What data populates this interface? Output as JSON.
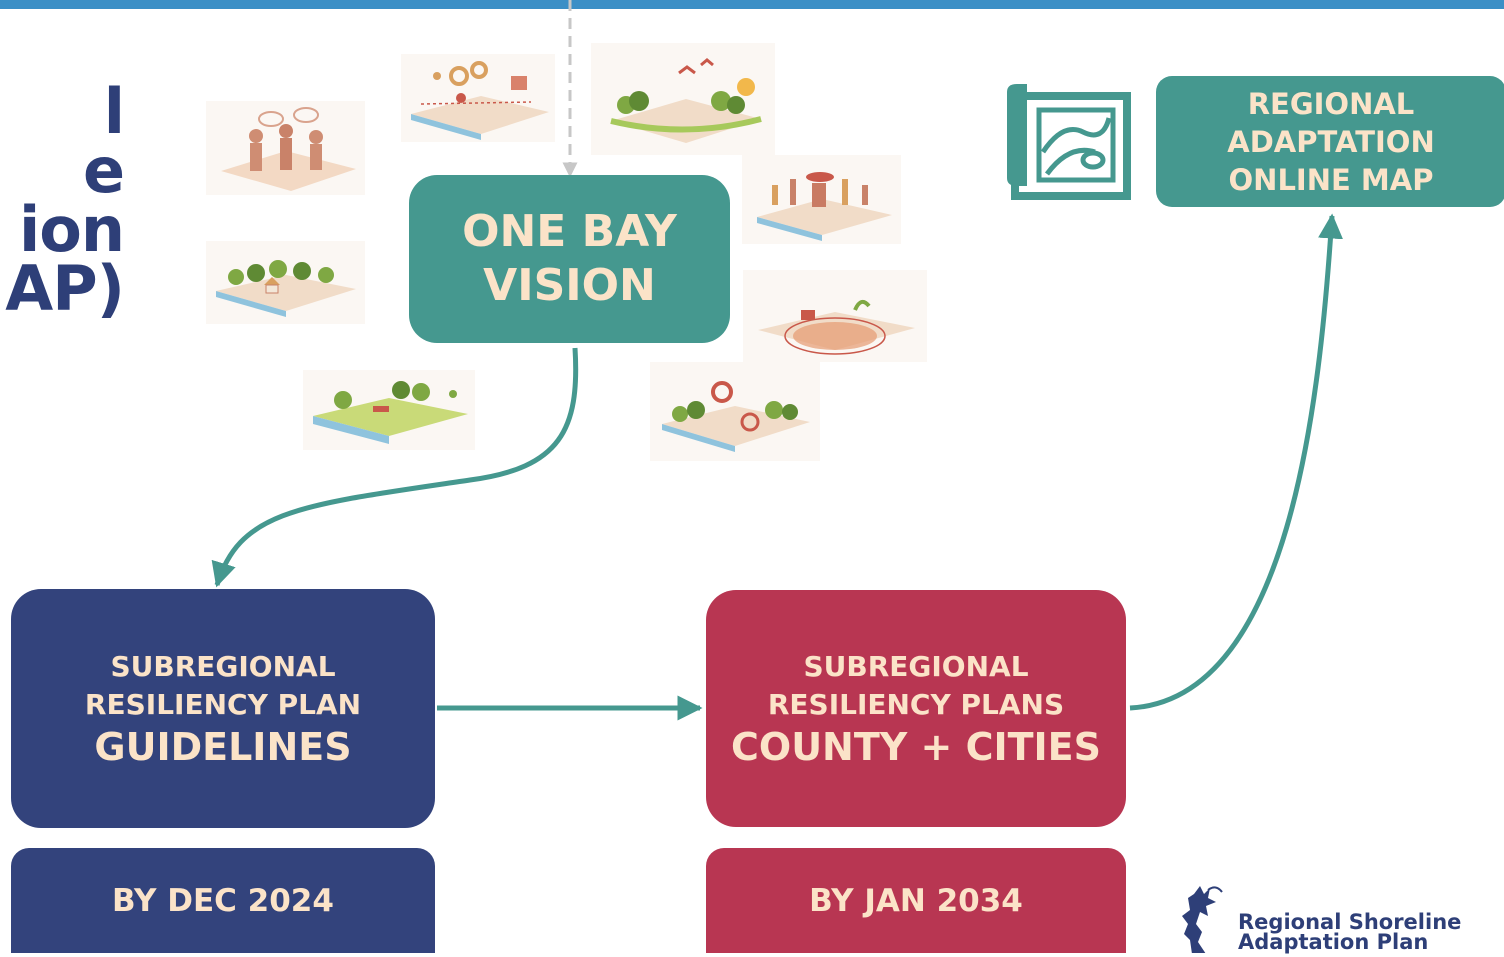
{
  "header": {
    "accent_color": "#3b8fc6"
  },
  "side_title": {
    "lines": [
      "l",
      "e",
      "ion",
      "AP)"
    ]
  },
  "boxes": {
    "vision": {
      "line1": "ONE BAY",
      "line2": "VISION"
    },
    "online_map": {
      "line1": "REGIONAL",
      "line2": "ADAPTATION",
      "line3": "ONLINE MAP"
    },
    "guidelines": {
      "line1": "SUBREGIONAL",
      "line2": "RESILIENCY PLAN",
      "line3": "GUIDELINES",
      "date": "BY DEC 2024"
    },
    "county_cities": {
      "line1": "SUBREGIONAL",
      "line2": "RESILIENCY PLANS",
      "line3": "COUNTY + CITIES",
      "date": "BY JAN 2034"
    }
  },
  "logo": {
    "line1": "Regional Shoreline",
    "line2": "Adaptation Plan"
  },
  "colors": {
    "teal": "#45988f",
    "navy": "#33437c",
    "red": "#b83652",
    "cream_text": "#fbe3c8",
    "title_navy": "#2e3f78"
  },
  "icons": [
    "map-scroll-icon",
    "bay-logo-icon"
  ]
}
